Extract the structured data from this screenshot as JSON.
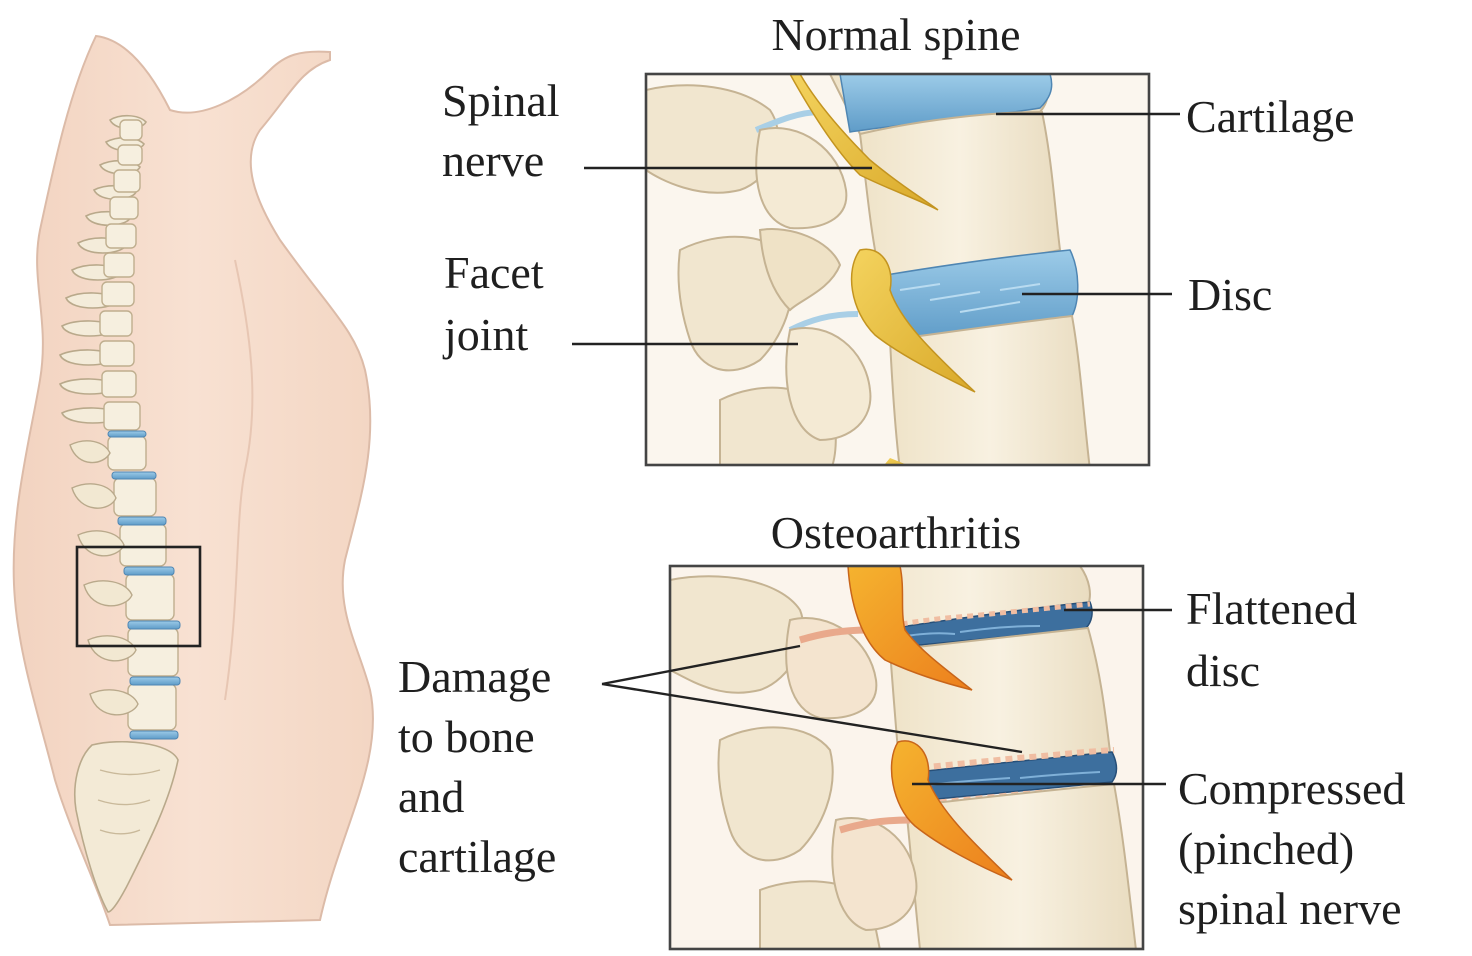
{
  "panels": {
    "normal": {
      "title": "Normal spine"
    },
    "osteo": {
      "title": "Osteoarthritis"
    }
  },
  "labels": {
    "spinal_nerve": [
      "Spinal",
      "nerve"
    ],
    "facet_joint": [
      "Facet",
      "joint"
    ],
    "cartilage": [
      "Cartilage"
    ],
    "disc": [
      "Disc"
    ],
    "flattened_disc": [
      "Flattened",
      "disc"
    ],
    "damage": [
      "Damage",
      "to bone",
      "and",
      "cartilage"
    ],
    "compressed_nerve": [
      "Compressed",
      "(pinched)",
      "spinal nerve"
    ]
  },
  "colors": {
    "skin": "#f6dccb",
    "skin_outline": "#d9b8a5",
    "bone": "#f3ead5",
    "bone_outline": "#c9b99a",
    "disc_blue": "#7fb7da",
    "disc_dark_blue": "#2e5f8f",
    "nerve_yellow": "#e9c23d",
    "nerve_orange": "#f0a02a",
    "inflamed": "#f3c9b4",
    "frame": "#444444"
  }
}
